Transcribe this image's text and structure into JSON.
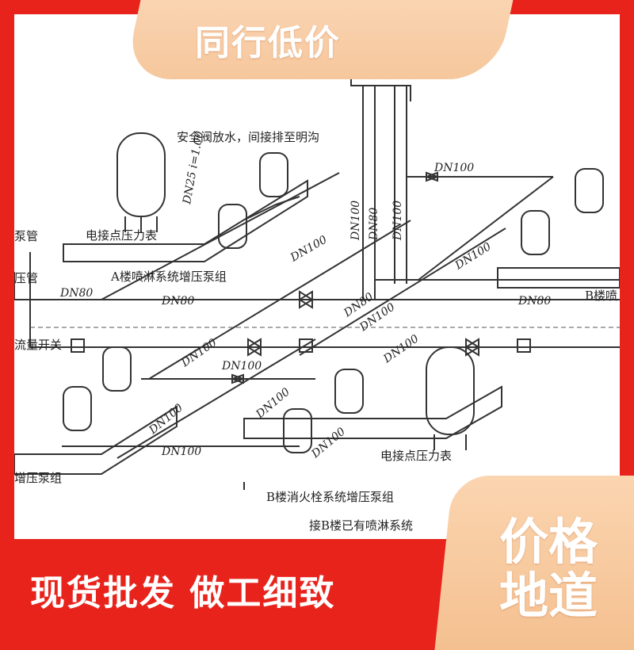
{
  "badges": {
    "top": "同行低价",
    "bottom": "现货批发  做工细致",
    "corner_line1": "价格",
    "corner_line2": "地道"
  },
  "diagram": {
    "notes": {
      "relief_valve": "安全阀放水，间接排至明沟",
      "dn25": "DN25 i=1.00",
      "gauge_a": "电接点压力表",
      "gauge_b": "电接点压力表",
      "pump_a": "A楼喷淋系统增压泵组",
      "pump_b": "B楼消火栓系统增压泵组",
      "pump_b_right": "B楼喷",
      "pump_left": "增压泵组",
      "connect_b": "接B楼已有喷淋系统",
      "pipe1": "泵管",
      "pipe2": "压管",
      "flow_switch": "流量开关"
    },
    "pipe_labels": {
      "dn100_top": "DN100",
      "dn100_v1": "DN100",
      "dn80_v": "DN80",
      "dn100_v2": "DN100",
      "dn100_a": "DN100",
      "dn100_r": "DN100",
      "dn80_left": "DN80",
      "dn80_mid": "DN80",
      "dn80_right": "DN80",
      "dn80_diag": "DN80",
      "dn100_diag": "DN100",
      "dn100_diag2": "DN100",
      "dn100_long": "DN100",
      "dn100_h": "DN100",
      "dn100_b1": "DN100",
      "dn100_b2": "DN100",
      "dn100_left": "DN100",
      "dn100_bottom": "DN100"
    }
  },
  "colors": {
    "border": "#e8231c",
    "badge": "#f6c79c",
    "line": "#333333"
  }
}
